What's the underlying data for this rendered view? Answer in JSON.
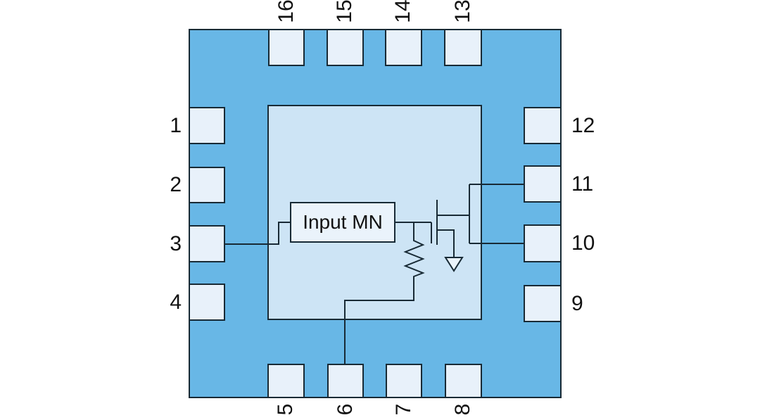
{
  "diagram": {
    "type": "chip-package-pinout",
    "description": "QFN-16 style package diagram with internal LNA input circuit",
    "input_box_label": "Input MN",
    "components": [
      "input-matching-network",
      "resistor",
      "fet-transistor",
      "ground"
    ],
    "connections": [
      "pin3-to-input-mn",
      "input-mn-to-gate",
      "gate-node-to-resistor-to-pin6",
      "drain-to-pin11",
      "drain-to-pin10",
      "source-to-ground"
    ]
  },
  "pins": {
    "left": [
      "1",
      "2",
      "3",
      "4"
    ],
    "top": [
      "16",
      "15",
      "14",
      "13"
    ],
    "right": [
      "12",
      "11",
      "10",
      "9"
    ],
    "bottom": [
      "5",
      "6",
      "7",
      "8"
    ]
  },
  "colors": {
    "package_body": "#68B7E6",
    "pad_fill": "#E8F1FA",
    "die_fill": "#CDE4F5",
    "box_fill": "#EAF3FB",
    "outline": "#182A35",
    "label_text": "#111111",
    "background": "#FFFFFF"
  }
}
